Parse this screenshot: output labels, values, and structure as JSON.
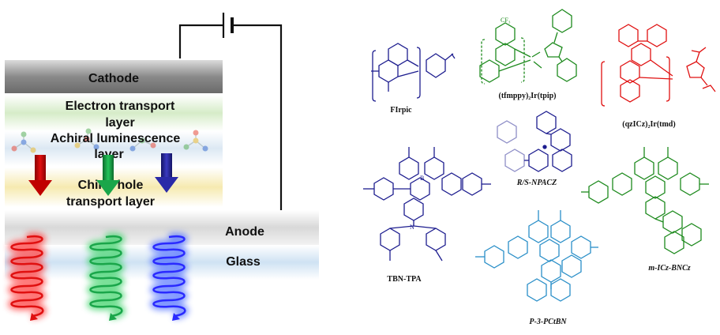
{
  "device": {
    "layers": {
      "cathode": "Cathode",
      "electron_transport_line1": "Electron transport",
      "electron_transport_line2": "layer",
      "luminescence_line1": "Achiral luminescence",
      "luminescence_line2": "layer",
      "hole_transport_line1": "Chiral hole",
      "hole_transport_line2": "transport layer",
      "anode": "Anode",
      "glass": "Glass"
    },
    "colors": {
      "red": "#d40000",
      "green": "#1aa64a",
      "blue": "#2a2aa8"
    }
  },
  "molecules": {
    "firpic": "FIrpic",
    "tfmppy_ir": "(tfmppy)₂Ir(tpip)",
    "qzicz_ir": "(qzICz)₂Ir(tmd)",
    "rs_npacz": "R/S-NPACZ",
    "tbn_tpa": "TBN-TPA",
    "micz_bncz": "m-ICz-BNCz",
    "p_pcibn": "P-3-PCtBN",
    "colors": {
      "firpic": "#1d1d8f",
      "tfmppy_ir": "#1d8a1d",
      "qzicz_ir": "#e01010",
      "rs_npacz": "#1d1d8f",
      "tbn_tpa": "#1d1d8f",
      "micz_bncz": "#1d8a1d",
      "p_pcibn": "#2a8fc8"
    }
  }
}
